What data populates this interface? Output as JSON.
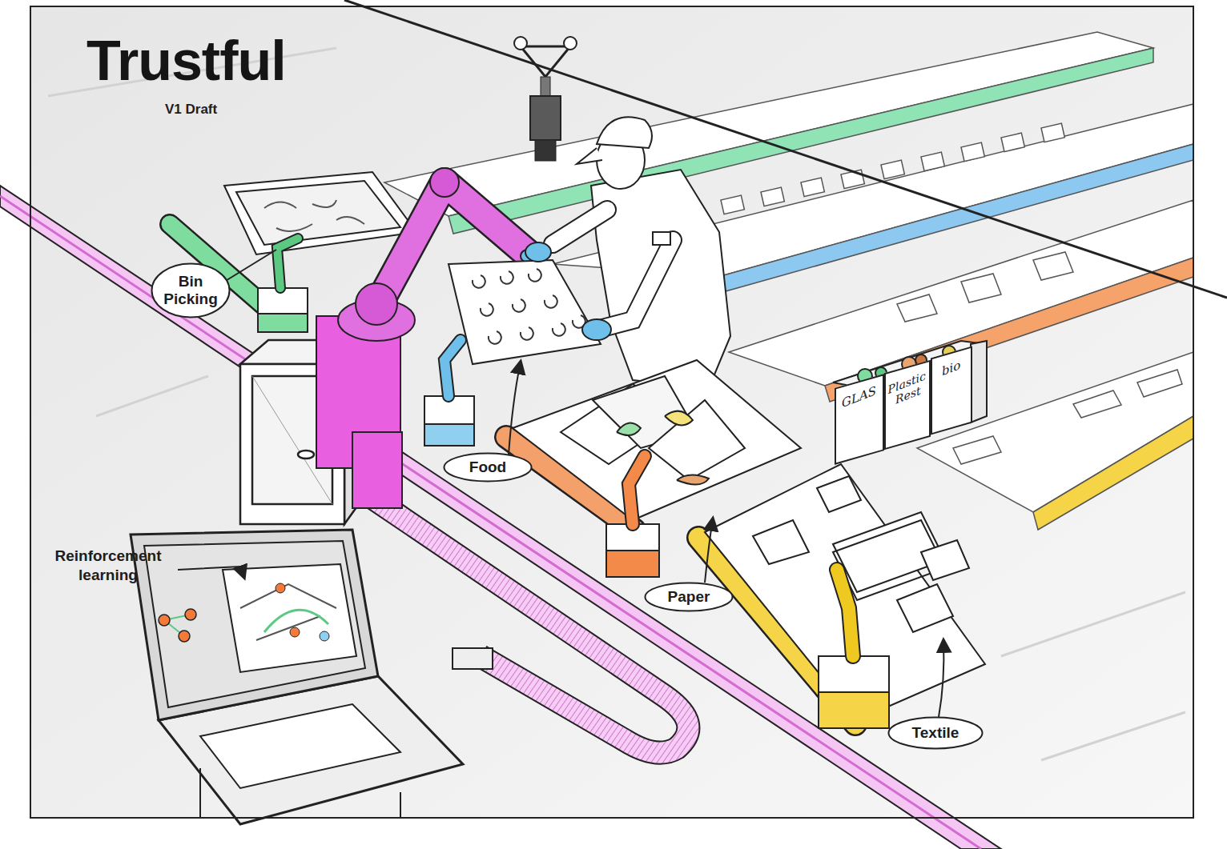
{
  "diagram": {
    "title": "Trustful",
    "nodes": [
      {
        "text": [
          "Bin Picking"
        ]
      },
      {
        "text": [
          "GLAS"
        ]
      },
      {
        "text": [
          "Plastic Rest"
        ]
      },
      {
        "text": [
          "bio"
        ]
      },
      {
        "text": [
          "Food"
        ]
      },
      {
        "text": [
          "Paper"
        ]
      },
      {
        "text": [
          "Textile"
        ]
      }
    ],
    "labels": [
      "V1 Draft",
      "Reinforcement learning"
    ]
  }
}
